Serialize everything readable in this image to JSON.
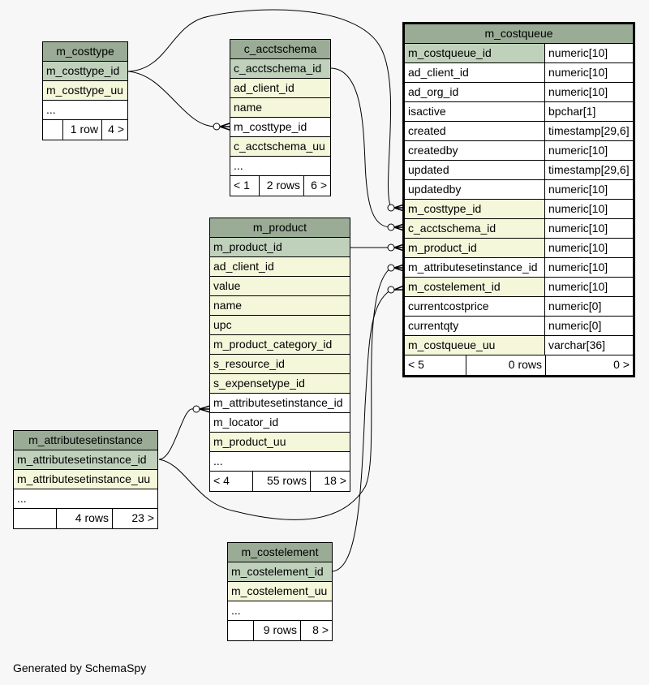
{
  "tables": {
    "m_costtype": {
      "name": "m_costtype",
      "columns": [
        "m_costtype_id",
        "m_costtype_uu",
        "..."
      ],
      "footer": [
        "",
        "1 row",
        "4 >"
      ]
    },
    "c_acctschema": {
      "name": "c_acctschema",
      "columns": [
        "c_acctschema_id",
        "ad_client_id",
        "name",
        "m_costtype_id",
        "c_acctschema_uu",
        "..."
      ],
      "footer": [
        "< 1",
        "2 rows",
        "6 >"
      ]
    },
    "m_product": {
      "name": "m_product",
      "columns": [
        "m_product_id",
        "ad_client_id",
        "value",
        "name",
        "upc",
        "m_product_category_id",
        "s_resource_id",
        "s_expensetype_id",
        "m_attributesetinstance_id",
        "m_locator_id",
        "m_product_uu",
        "..."
      ],
      "footer": [
        "< 4",
        "55 rows",
        "18 >"
      ]
    },
    "m_attributesetinstance": {
      "name": "m_attributesetinstance",
      "columns": [
        "m_attributesetinstance_id",
        "m_attributesetinstance_uu",
        "..."
      ],
      "footer": [
        "",
        "4 rows",
        "23 >"
      ]
    },
    "m_costelement": {
      "name": "m_costelement",
      "columns": [
        "m_costelement_id",
        "m_costelement_uu",
        "..."
      ],
      "footer": [
        "",
        "9 rows",
        "8 >"
      ]
    },
    "m_costqueue": {
      "name": "m_costqueue",
      "columns": [
        {
          "name": "m_costqueue_id",
          "type": "numeric[10]"
        },
        {
          "name": "ad_client_id",
          "type": "numeric[10]"
        },
        {
          "name": "ad_org_id",
          "type": "numeric[10]"
        },
        {
          "name": "isactive",
          "type": "bpchar[1]"
        },
        {
          "name": "created",
          "type": "timestamp[29,6]"
        },
        {
          "name": "createdby",
          "type": "numeric[10]"
        },
        {
          "name": "updated",
          "type": "timestamp[29,6]"
        },
        {
          "name": "updatedby",
          "type": "numeric[10]"
        },
        {
          "name": "m_costtype_id",
          "type": "numeric[10]"
        },
        {
          "name": "c_acctschema_id",
          "type": "numeric[10]"
        },
        {
          "name": "m_product_id",
          "type": "numeric[10]"
        },
        {
          "name": "m_attributesetinstance_id",
          "type": "numeric[10]"
        },
        {
          "name": "m_costelement_id",
          "type": "numeric[10]"
        },
        {
          "name": "currentcostprice",
          "type": "numeric[0]"
        },
        {
          "name": "currentqty",
          "type": "numeric[0]"
        },
        {
          "name": "m_costqueue_uu",
          "type": "varchar[36]"
        }
      ],
      "footer": [
        "< 5",
        "0 rows",
        "0 >"
      ]
    }
  },
  "credit": "Generated by SchemaSpy",
  "colors": {
    "header": "#9aab96",
    "pk": "#bfd1bb",
    "fk": "#f4f7da",
    "background": "#f7f7f7"
  }
}
